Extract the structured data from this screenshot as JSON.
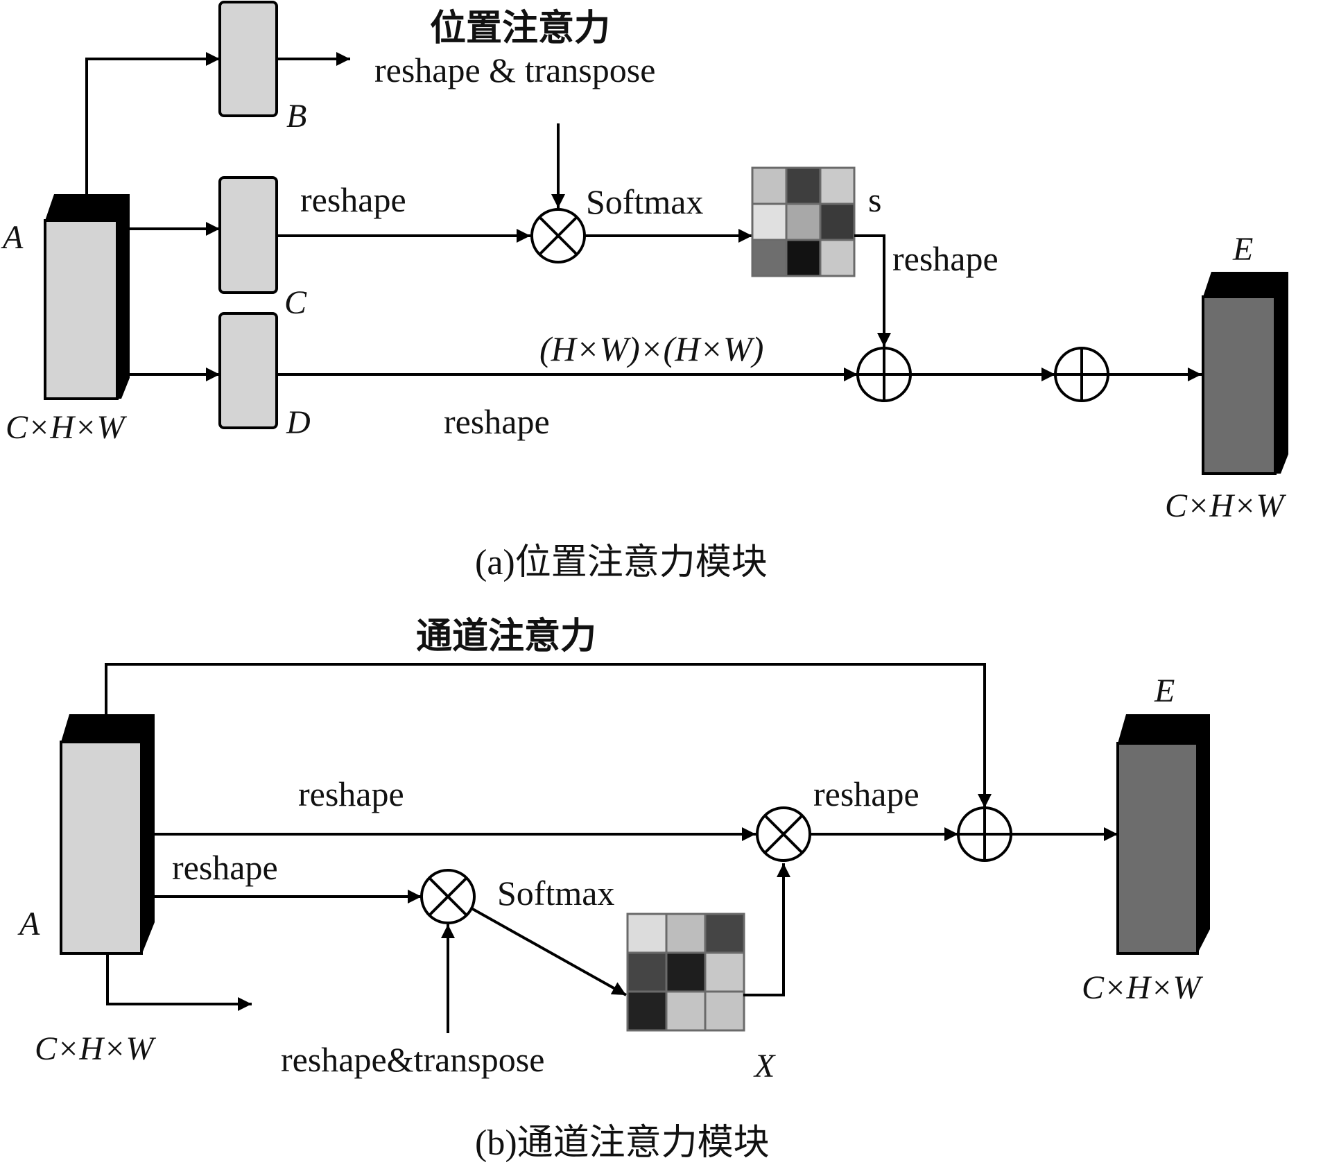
{
  "panel_a": {
    "caption": "(a)位置注意力模块",
    "title": "位置注意力",
    "title_sub": "reshape & transpose",
    "input_name": "A",
    "input_dims": "C×H×W",
    "branch_b": "B",
    "branch_c": "C",
    "branch_d": "D",
    "reshape_c": "reshape",
    "softmax": "Softmax",
    "matrix_name": "s",
    "reshape_s": "reshape",
    "dims_hw": "(H×W)×(H×W)",
    "reshape_d": "reshape",
    "output_name": "E",
    "output_dims": "C×H×W",
    "matrix_cells": [
      "#c2c2c2",
      "#3e3e3e",
      "#cacaca",
      "#e0e0e0",
      "#a8a8a8",
      "#3a3a3a",
      "#6e6e6e",
      "#121212",
      "#c8c8c8"
    ]
  },
  "panel_b": {
    "caption": "(b)通道注意力模块",
    "title": "通道注意力",
    "input_name": "A",
    "input_dims": "C×H×W",
    "reshape_top": "reshape",
    "reshape_mid": "reshape",
    "softmax": "Softmax",
    "reshape_out": "reshape",
    "reshape_transpose": "reshape&transpose",
    "matrix_name": "X",
    "output_name": "E",
    "output_dims": "C×H×W",
    "matrix_cells": [
      "#dcdcdc",
      "#bdbdbd",
      "#454545",
      "#454545",
      "#1e1e1e",
      "#c8c8c8",
      "#222222",
      "#c4c4c4",
      "#c4c4c4"
    ]
  },
  "colors": {
    "box_fill": "#d4d4d4",
    "output_fill": "#6d6d6d",
    "edge": "#000000"
  }
}
